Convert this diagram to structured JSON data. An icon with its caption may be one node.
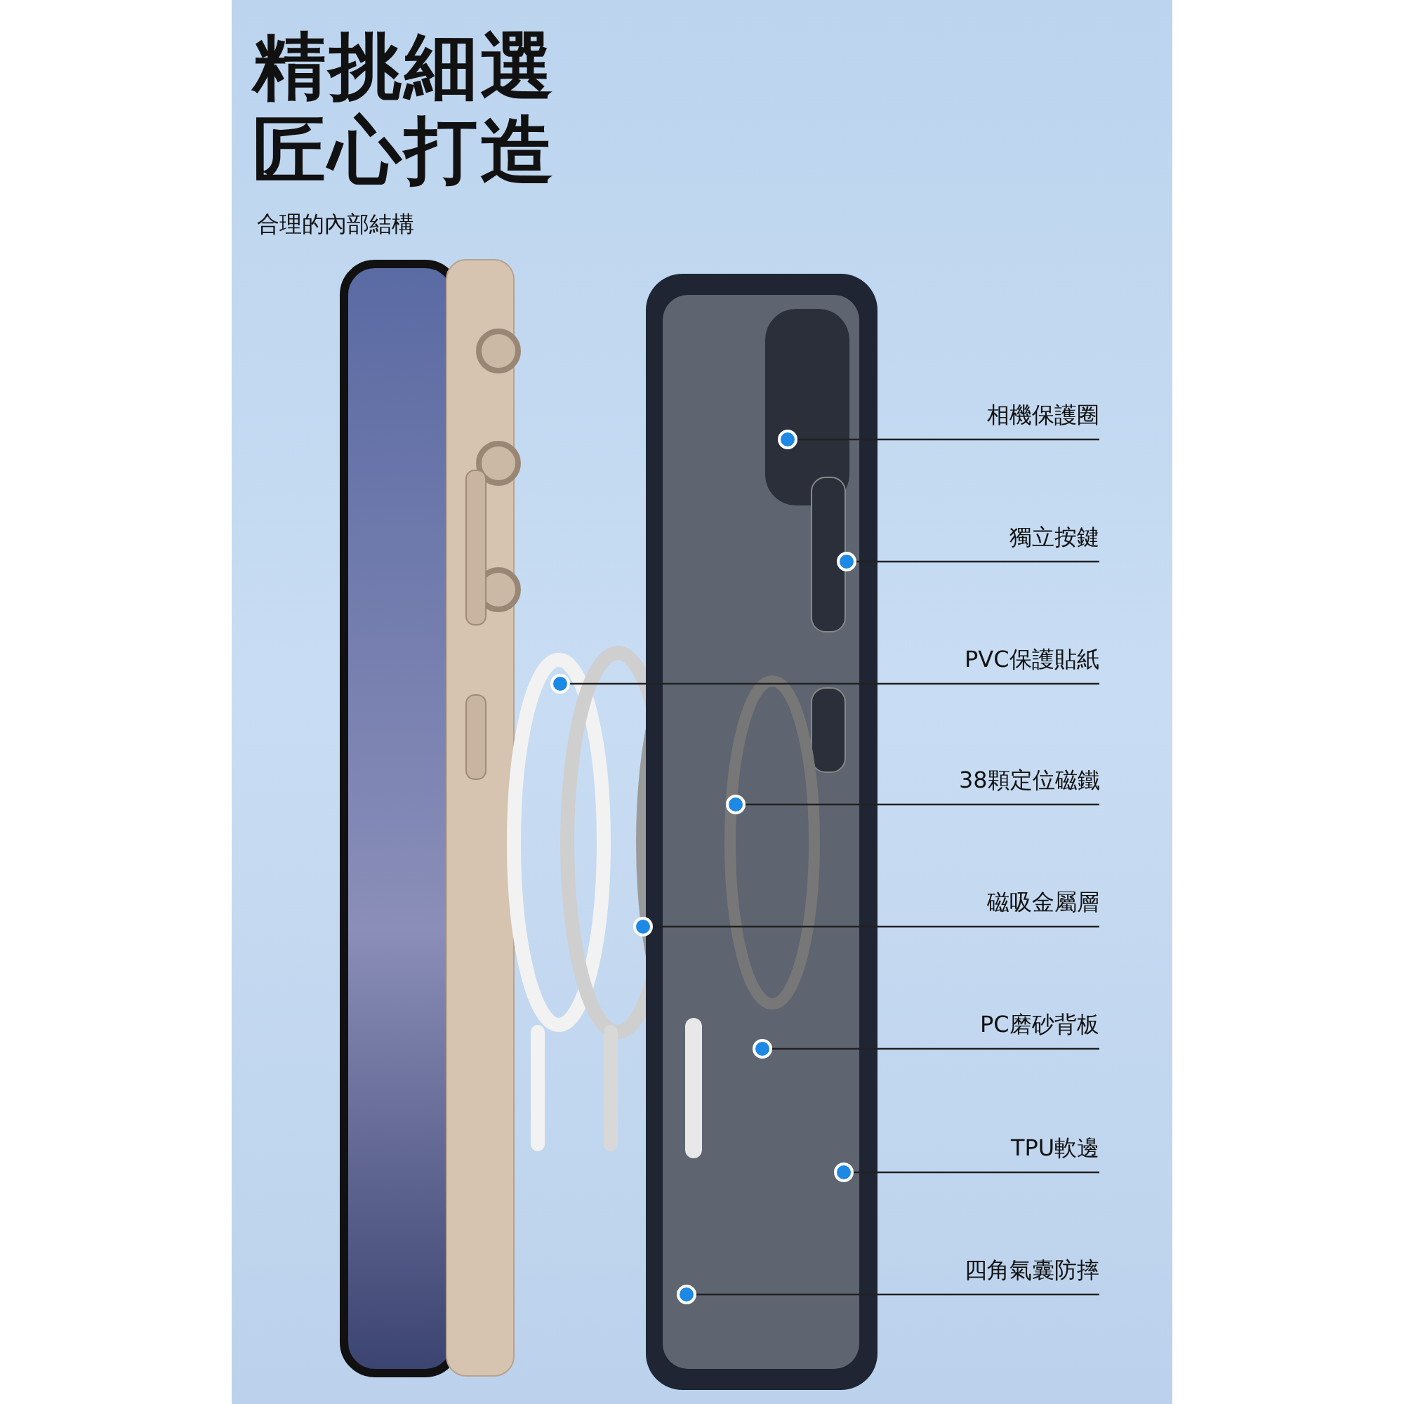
{
  "diagram": {
    "title": "精挑細選匠心打造",
    "nodes": [
      {
        "text": [
          "相機保護圈"
        ]
      },
      {
        "text": [
          "獨立按鍵"
        ]
      },
      {
        "text": [
          "PVC保護貼紙"
        ]
      },
      {
        "text": [
          "38顆定位磁鐵"
        ]
      },
      {
        "text": [
          "磁吸金屬層"
        ]
      },
      {
        "text": [
          "PC磨砂背板"
        ]
      },
      {
        "text": [
          "TPU軟邊"
        ]
      },
      {
        "text": [
          "四角氣囊防摔"
        ]
      }
    ],
    "edges": [
      {
        "from": 0,
        "to": null,
        "arrow": "other"
      },
      {
        "from": 1,
        "to": null,
        "arrow": "other"
      },
      {
        "from": 2,
        "to": null,
        "arrow": "other"
      },
      {
        "from": 3,
        "to": null,
        "arrow": "other"
      },
      {
        "from": 4,
        "to": null,
        "arrow": "other"
      },
      {
        "from": 5,
        "to": null,
        "arrow": "other"
      },
      {
        "from": 6,
        "to": null,
        "arrow": "other"
      },
      {
        "from": 7,
        "to": null,
        "arrow": "other"
      }
    ],
    "labels": [
      "合理的內部結構"
    ]
  }
}
